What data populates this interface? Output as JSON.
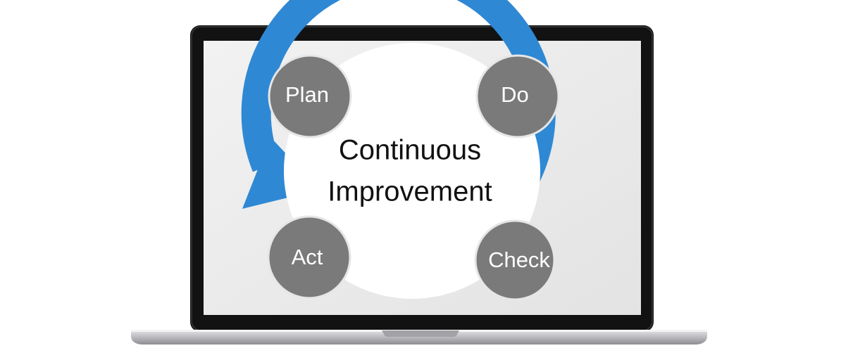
{
  "diagram": {
    "center_lines": [
      "Continuous",
      "Improvement"
    ],
    "stages": [
      {
        "id": "plan",
        "label": "Plan"
      },
      {
        "id": "do",
        "label": "Do"
      },
      {
        "id": "check",
        "label": "Check"
      },
      {
        "id": "act",
        "label": "Act"
      }
    ]
  },
  "colors": {
    "ring": "#2f88d4",
    "stage_fill": "#7a7a7a",
    "stage_stroke": "#e6e6e6",
    "screen": "#ececec",
    "bezel": "#121212",
    "laptop_base": "#c9c9cc"
  }
}
